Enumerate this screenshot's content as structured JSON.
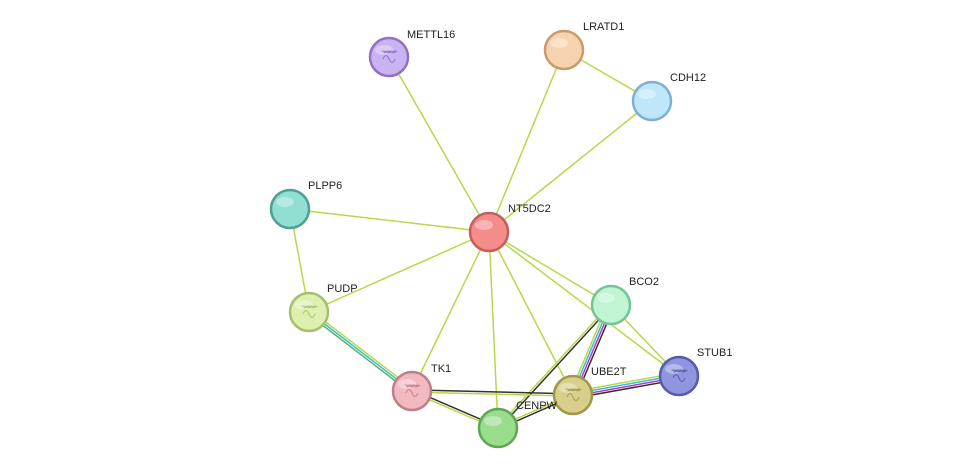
{
  "nodes": [
    {
      "id": "NT5DC2",
      "label": "NT5DC2",
      "fill": "#f48c8c",
      "stroke": "#c45e5e",
      "icon": "none"
    },
    {
      "id": "METTL16",
      "label": "METTL16",
      "fill": "#c9b3f0",
      "stroke": "#8f72c6",
      "icon": "protein-structure-icon"
    },
    {
      "id": "LRATD1",
      "label": "LRATD1",
      "fill": "#f8d3b0",
      "stroke": "#c99a6e",
      "icon": "none"
    },
    {
      "id": "CDH12",
      "label": "CDH12",
      "fill": "#bfe6fa",
      "stroke": "#7fb1cf",
      "icon": "none"
    },
    {
      "id": "PLPP6",
      "label": "PLPP6",
      "fill": "#8fdfd2",
      "stroke": "#4f9f92",
      "icon": "none"
    },
    {
      "id": "PUDP",
      "label": "PUDP",
      "fill": "#def0b0",
      "stroke": "#a5bf6c",
      "icon": "protein-structure-icon"
    },
    {
      "id": "BCO2",
      "label": "BCO2",
      "fill": "#bff5d3",
      "stroke": "#78c396",
      "icon": "none"
    },
    {
      "id": "STUB1",
      "label": "STUB1",
      "fill": "#8f95de",
      "stroke": "#555ca8",
      "icon": "protein-structure-icon"
    },
    {
      "id": "UBE2T",
      "label": "UBE2T",
      "fill": "#d8d08a",
      "stroke": "#a09748",
      "icon": "protein-structure-icon"
    },
    {
      "id": "TK1",
      "label": "TK1",
      "fill": "#f3b9c0",
      "stroke": "#bd7f88",
      "icon": "protein-structure-icon"
    },
    {
      "id": "CENPW",
      "label": "CENPW",
      "fill": "#9add8c",
      "stroke": "#5fa652",
      "icon": "none"
    }
  ],
  "edges": [
    {
      "source": "NT5DC2",
      "target": "METTL16",
      "colors": [
        "#b7d84a"
      ]
    },
    {
      "source": "NT5DC2",
      "target": "LRATD1",
      "colors": [
        "#b7d84a"
      ]
    },
    {
      "source": "NT5DC2",
      "target": "CDH12",
      "colors": [
        "#b7d84a"
      ]
    },
    {
      "source": "LRATD1",
      "target": "CDH12",
      "colors": [
        "#b7d84a"
      ]
    },
    {
      "source": "NT5DC2",
      "target": "PLPP6",
      "colors": [
        "#b7d84a"
      ]
    },
    {
      "source": "NT5DC2",
      "target": "PUDP",
      "colors": [
        "#b7d84a"
      ]
    },
    {
      "source": "PLPP6",
      "target": "PUDP",
      "colors": [
        "#b7d84a"
      ]
    },
    {
      "source": "NT5DC2",
      "target": "BCO2",
      "colors": [
        "#b7d84a"
      ]
    },
    {
      "source": "NT5DC2",
      "target": "STUB1",
      "colors": [
        "#b7d84a"
      ]
    },
    {
      "source": "NT5DC2",
      "target": "UBE2T",
      "colors": [
        "#b7d84a"
      ]
    },
    {
      "source": "NT5DC2",
      "target": "TK1",
      "colors": [
        "#b7d84a"
      ]
    },
    {
      "source": "NT5DC2",
      "target": "CENPW",
      "colors": [
        "#b7d84a"
      ]
    },
    {
      "source": "PUDP",
      "target": "TK1",
      "colors": [
        "#b7d84a",
        "#36c0d8",
        "#5fb06a"
      ]
    },
    {
      "source": "BCO2",
      "target": "UBE2T",
      "colors": [
        "#333333",
        "#c238c6",
        "#36c0d8",
        "#b7d84a"
      ]
    },
    {
      "source": "BCO2",
      "target": "CENPW",
      "colors": [
        "#333333",
        "#b7d84a"
      ]
    },
    {
      "source": "BCO2",
      "target": "STUB1",
      "colors": [
        "#b7d84a"
      ]
    },
    {
      "source": "STUB1",
      "target": "UBE2T",
      "colors": [
        "#333333",
        "#c238c6",
        "#36c0d8",
        "#b7d84a"
      ]
    },
    {
      "source": "TK1",
      "target": "UBE2T",
      "colors": [
        "#333333",
        "#b7d84a"
      ]
    },
    {
      "source": "TK1",
      "target": "CENPW",
      "colors": [
        "#333333",
        "#b7d84a"
      ]
    },
    {
      "source": "UBE2T",
      "target": "CENPW",
      "colors": [
        "#333333",
        "#b7d84a"
      ]
    }
  ]
}
